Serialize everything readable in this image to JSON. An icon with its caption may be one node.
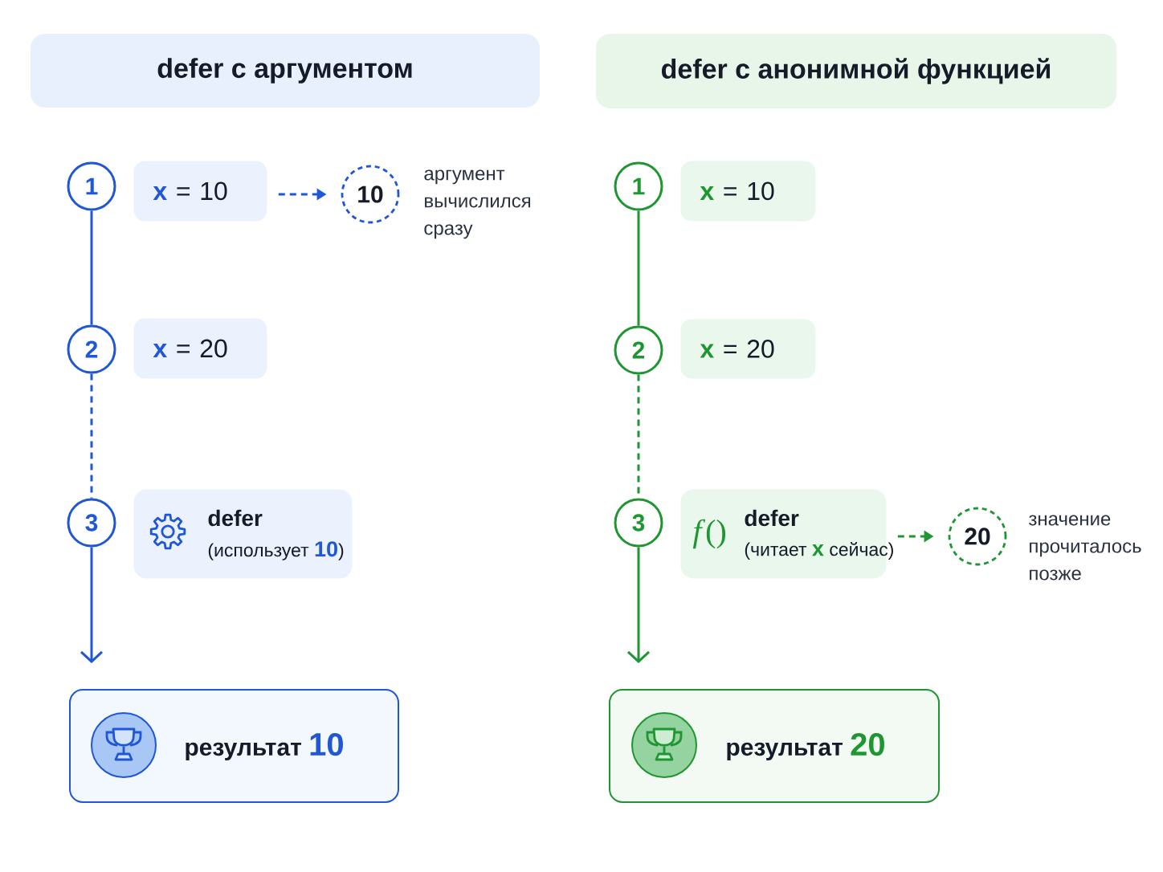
{
  "diagram": {
    "nodes": [
      {
        "text": [
          "defer с аргументом"
        ]
      },
      {
        "text": [
          "1"
        ]
      },
      {
        "text": [
          "**x** = 10"
        ]
      },
      {
        "text": [
          "10"
        ],
        "beside": [
          "аргумент вычислился сразу"
        ]
      },
      {
        "text": [
          "2"
        ]
      },
      {
        "text": [
          "**x** = 20"
        ]
      },
      {
        "text": [
          "3"
        ]
      },
      {
        "text": [
          "defer",
          "(использует **10**)"
        ]
      },
      {
        "text": [
          "результат **10**"
        ]
      },
      {
        "text": [
          "defer с анонимной функцией"
        ]
      },
      {
        "text": [
          "1"
        ]
      },
      {
        "text": [
          "**x** = 10"
        ]
      },
      {
        "text": [
          "2"
        ]
      },
      {
        "text": [
          "**x** = 20"
        ]
      },
      {
        "text": [
          "3"
        ]
      },
      {
        "text": [
          "*f*()",
          "defer",
          "(читает **x** сейчас)"
        ]
      },
      {
        "text": [
          "20"
        ],
        "beside": [
          "значение прочиталось позже"
        ]
      },
      {
        "text": [
          "результат **20**"
        ]
      }
    ],
    "edges": [
      {
        "from": 1,
        "to": 4,
        "arrow": "none",
        "color": "#1f57d6"
      },
      {
        "from": 4,
        "to": 6,
        "arrow": "none",
        "style": "dashed",
        "color": "#1f57d6"
      },
      {
        "from": 6,
        "to": 8,
        "arrow": "to",
        "color": "#1f57d6"
      },
      {
        "from": 2,
        "to": 3,
        "arrow": "to",
        "style": "dashed",
        "color": "#1f57d6"
      },
      {
        "from": 10,
        "to": 12,
        "arrow": "none",
        "color": "#1e9632"
      },
      {
        "from": 12,
        "to": 14,
        "arrow": "none",
        "style": "dashed",
        "color": "#1e9632"
      },
      {
        "from": 14,
        "to": 17,
        "arrow": "to",
        "color": "#1e9632"
      },
      {
        "from": 15,
        "to": 16,
        "arrow": "to",
        "style": "dashed",
        "color": "#1e9632"
      }
    ]
  }
}
